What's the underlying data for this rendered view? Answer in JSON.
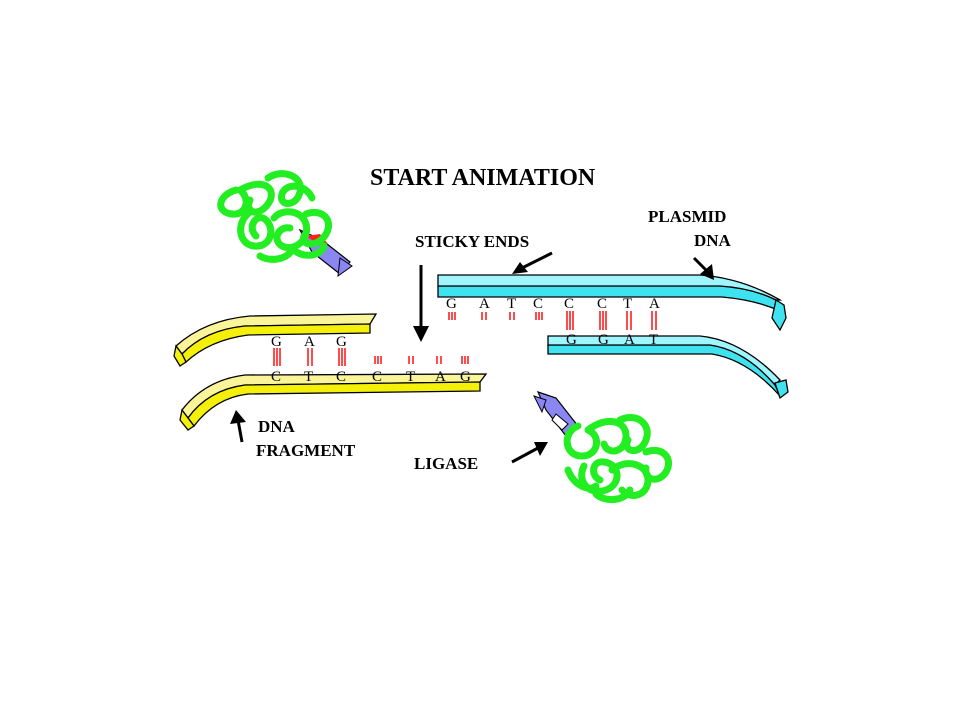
{
  "title": "START ANIMATION",
  "labels": {
    "sticky_ends": "STICKY ENDS",
    "plasmid_line1": "PLASMID",
    "plasmid_line2": "DNA",
    "dna_fragment_line1": "DNA",
    "dna_fragment_line2": "FRAGMENT",
    "ligase": "LIGASE"
  },
  "sequences": {
    "plasmid_top": [
      "G",
      "A",
      "T",
      "C",
      "C",
      "C",
      "T",
      "A"
    ],
    "plasmid_bottom": [
      "G",
      "G",
      "A",
      "T"
    ],
    "fragment_top": [
      "G",
      "A",
      "G"
    ],
    "fragment_bottom": [
      "C",
      "T",
      "C",
      "C",
      "T",
      "A",
      "G"
    ]
  },
  "colors": {
    "fragment_strand": "#f5f00a",
    "plasmid_strand": "#3fe3f0",
    "ligase_enzyme": "#22ee22",
    "enzyme_tip": "#8a86f2",
    "base_pair_bond": "#ff2020"
  },
  "icons": [
    "ligase-enzyme-icon-top",
    "ligase-enzyme-icon-bottom"
  ]
}
